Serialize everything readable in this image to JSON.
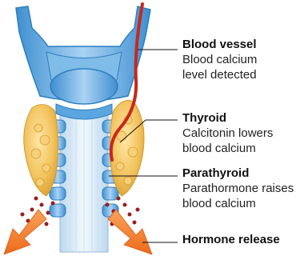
{
  "labels": {
    "blood_vessel": {
      "title": "Blood vessel",
      "line1": "Blood calcium",
      "line2": "level detected"
    },
    "thyroid": {
      "title": "Thyroid",
      "line1": "Calcitonin lowers",
      "line2": "blood calcium"
    },
    "parathyroid": {
      "title": "Parathyroid",
      "line1": "Parathormone raises",
      "line2": "blood calcium"
    },
    "hormone_release": {
      "title": "Hormone release"
    }
  },
  "colors": {
    "trachea_blue": "#5aa6de",
    "trachea_light": "#a9d3f3",
    "trachea_dark": "#2f7fc0",
    "thyroid_tissue": "#f1c25c",
    "thyroid_edge": "#d69a2a",
    "blood_vessel": "#c8281c",
    "hormone_dots": "#9a1d1d",
    "arrow_orange": "#ee6a1b",
    "leader_line": "#111111"
  }
}
